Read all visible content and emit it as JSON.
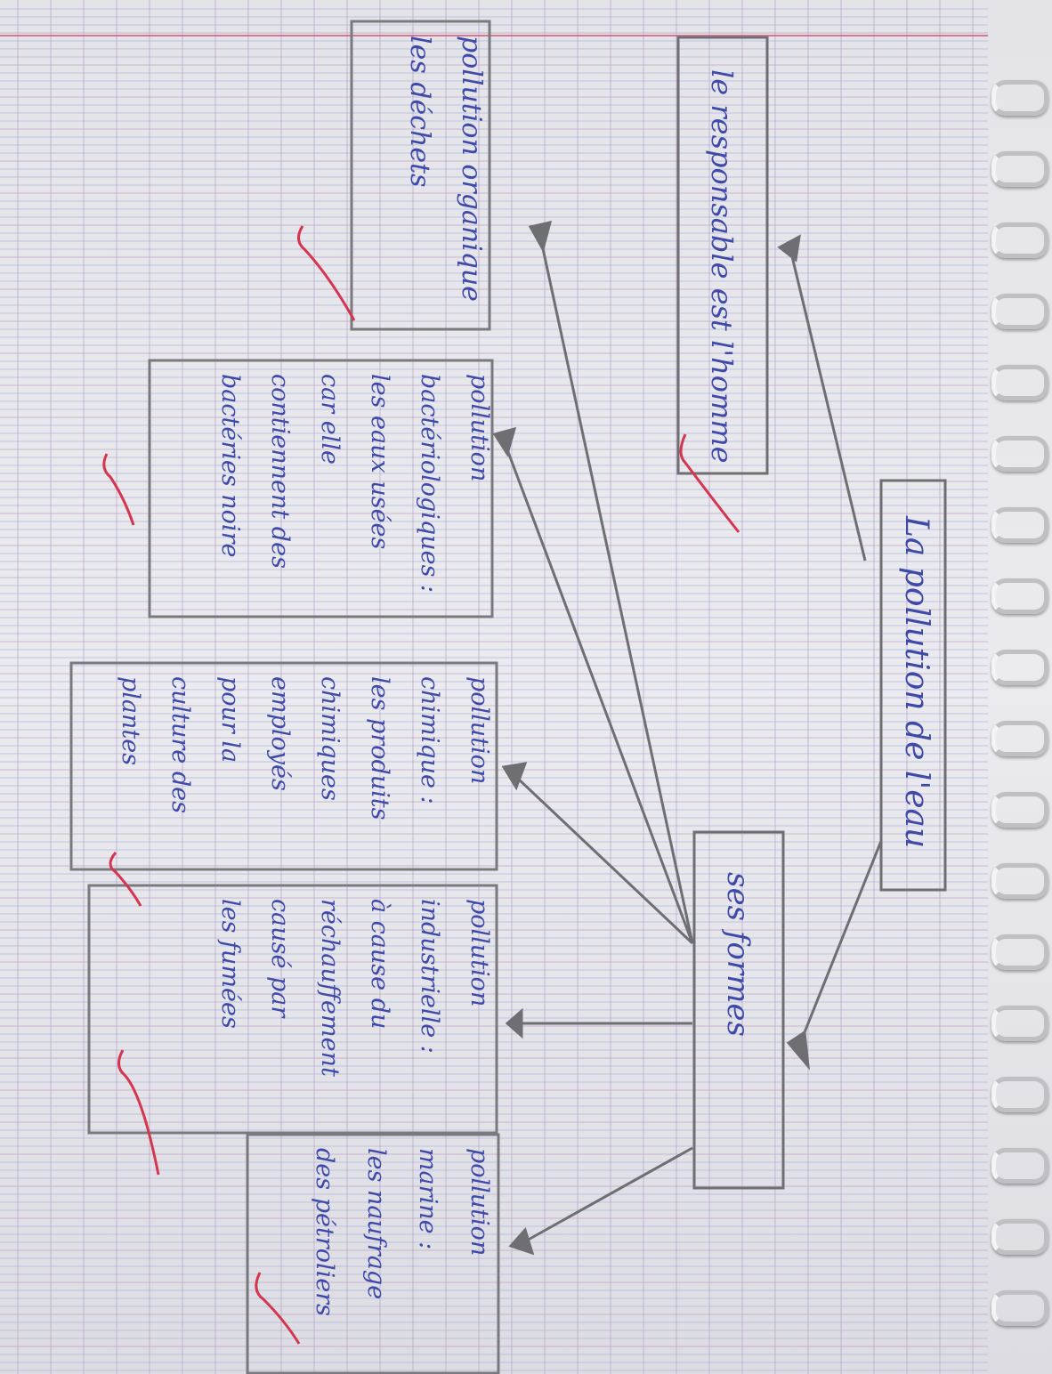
{
  "title": "La pollution de l'eau",
  "responsible": "le responsable est l'homme",
  "forms_label": "ses formes",
  "boxes": [
    {
      "name": "organic",
      "lines": [
        "pollution organique",
        "les déchets"
      ]
    },
    {
      "name": "bacteriological",
      "lines": [
        "pollution",
        "bactériologiques :",
        "les eaux usées",
        "car elle",
        "contiennent des",
        "bactéries noire"
      ]
    },
    {
      "name": "chemical",
      "lines": [
        "pollution",
        "chimique :",
        "les produits",
        "chimiques",
        "employés",
        "pour la",
        "culture des",
        "plantes"
      ]
    },
    {
      "name": "industrial",
      "lines": [
        "pollution",
        "industrielle :",
        "à cause du",
        "réchauffement",
        "causé par",
        "les fumées"
      ]
    },
    {
      "name": "marine",
      "lines": [
        "pollution",
        "marine :",
        "les naufrage",
        "des pétroliers"
      ]
    }
  ],
  "colors": {
    "paper": "#ebebef",
    "rule_blue": "#a9b7e0",
    "rule_purple": "#b9a4c7",
    "margin_red": "#d65a7b",
    "ink_blue": "#3f4aa8",
    "pencil": "#6f6f73",
    "check_red": "#d6354f",
    "rings": "#bfbfc4"
  }
}
